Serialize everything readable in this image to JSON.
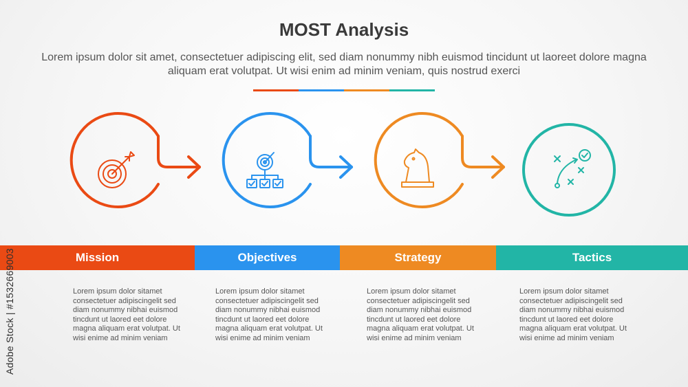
{
  "title": "MOST Analysis",
  "subtitle": "Lorem ipsum dolor sit amet, consectetuer adipiscing elit, sed diam nonummy nibh euismod tincidunt ut laoreet dolore magna aliquam erat volutpat. Ut wisi enim ad minim veniam, quis nostrud exerci",
  "colors": {
    "mission": "#ea4a14",
    "objectives": "#2a93ee",
    "strategy": "#ee8a22",
    "tactics": "#22b5a6"
  },
  "steps": [
    {
      "label": "Mission",
      "icon": "target-arrow-icon",
      "description": "Lorem ipsum dolor sitamet consectetuer adipiscingelit sed diam nonummy nibhai euismod tincdunt ut laored eet dolore magna aliquam erat volutpat. Ut wisi enime ad minim veniam"
    },
    {
      "label": "Objectives",
      "icon": "target-hierarchy-icon",
      "description": "Lorem ipsum dolor sitamet consectetuer adipiscingelit sed diam nonummy nibhai euismod tincdunt ut laored eet dolore magna aliquam erat volutpat. Ut wisi enime ad minim veniam"
    },
    {
      "label": "Strategy",
      "icon": "chess-knight-icon",
      "description": "Lorem ipsum dolor sitamet consectetuer adipiscingelit sed diam nonummy nibhai euismod tincdunt ut laored eet dolore magna aliquam erat volutpat. Ut wisi enime ad minim veniam"
    },
    {
      "label": "Tactics",
      "icon": "tactics-plan-icon",
      "description": "Lorem ipsum dolor sitamet consectetuer adipiscingelit sed diam nonummy nibhai euismod tincdunt ut laored eet dolore magna aliquam erat volutpat. Ut wisi enime ad minim veniam"
    }
  ],
  "watermark": "Adobe Stock | #1532669003"
}
